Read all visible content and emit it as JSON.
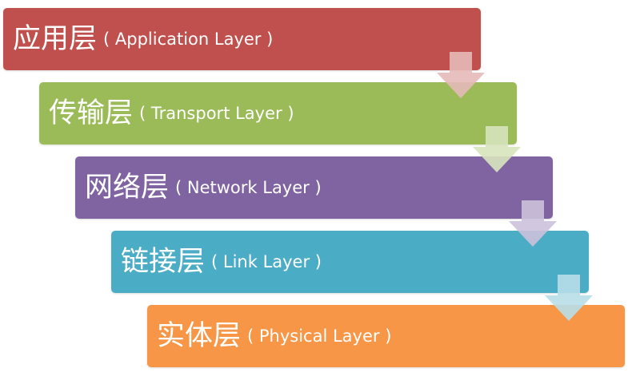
{
  "layers": [
    {
      "cn": "应用层",
      "en": "( Application Layer )",
      "color": "#c0504d"
    },
    {
      "cn": "传输层",
      "en": "( Transport Layer )",
      "color": "#9bbb59"
    },
    {
      "cn": "网络层",
      "en": "( Network Layer )",
      "color": "#8064a2"
    },
    {
      "cn": "链接层",
      "en": "( Link Layer )",
      "color": "#4bacc6"
    },
    {
      "cn": "实体层",
      "en": "( Physical Layer )",
      "color": "#f79646"
    }
  ],
  "arrow_colors": [
    "#e6b9b8",
    "#d7e4bd",
    "#ccc1da",
    "#b7dee8"
  ]
}
